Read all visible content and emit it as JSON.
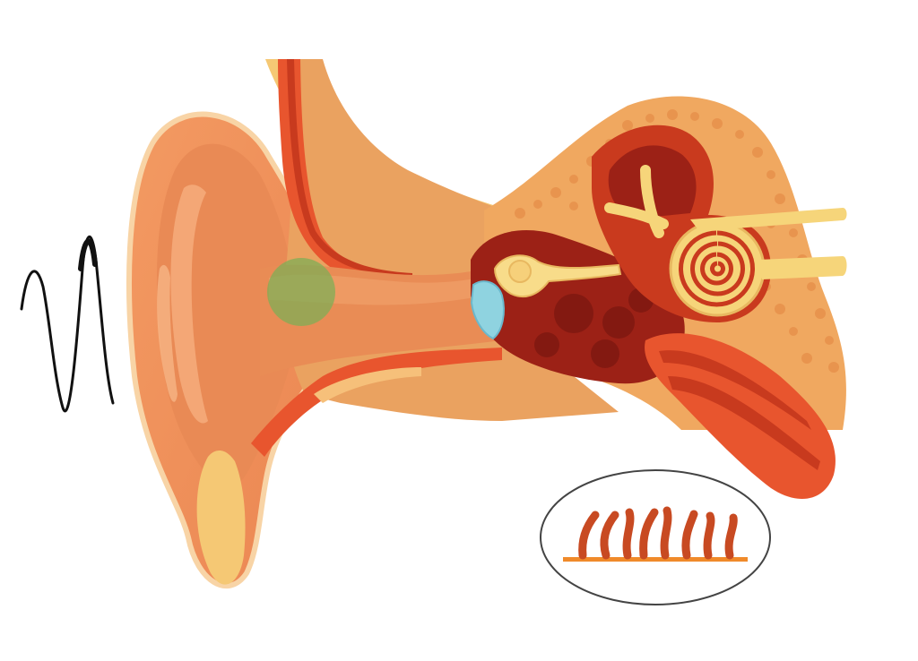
{
  "diagram": {
    "subject": "ear-anatomy-cross-section",
    "background": "#ffffff",
    "palette": {
      "outline": "#f7d9a8",
      "pinna_dark": "#e08a55",
      "pinna_mid": "#f0995e",
      "pinna_light": "#f6b07a",
      "skin_yellow": "#f5c874",
      "muscle": "#e8552e",
      "muscle_dark": "#c83a1e",
      "canal": "#e9a35f",
      "canal_inner": "#f0b06a",
      "bone": "#f0a860",
      "bone_spot": "#e8944e",
      "cavity": "#b32a1a",
      "cavity_dark": "#8e1d12",
      "ossicle": "#f8dc8a",
      "cochlea": "#f6d57a",
      "eardrum": "#8fd3e0",
      "highlight": "#7fae55",
      "sound_wave": "#111111",
      "hair_cells": "#c84a22",
      "membrane": "#f08a2a",
      "inset_border": "#444444"
    },
    "parts": [
      "sound-wave",
      "pinna",
      "ear-canal",
      "eardrum",
      "ossicles",
      "middle-ear-cavity",
      "semicircular-canals",
      "cochlea",
      "auditory-nerve",
      "hair-cell-inset"
    ]
  }
}
